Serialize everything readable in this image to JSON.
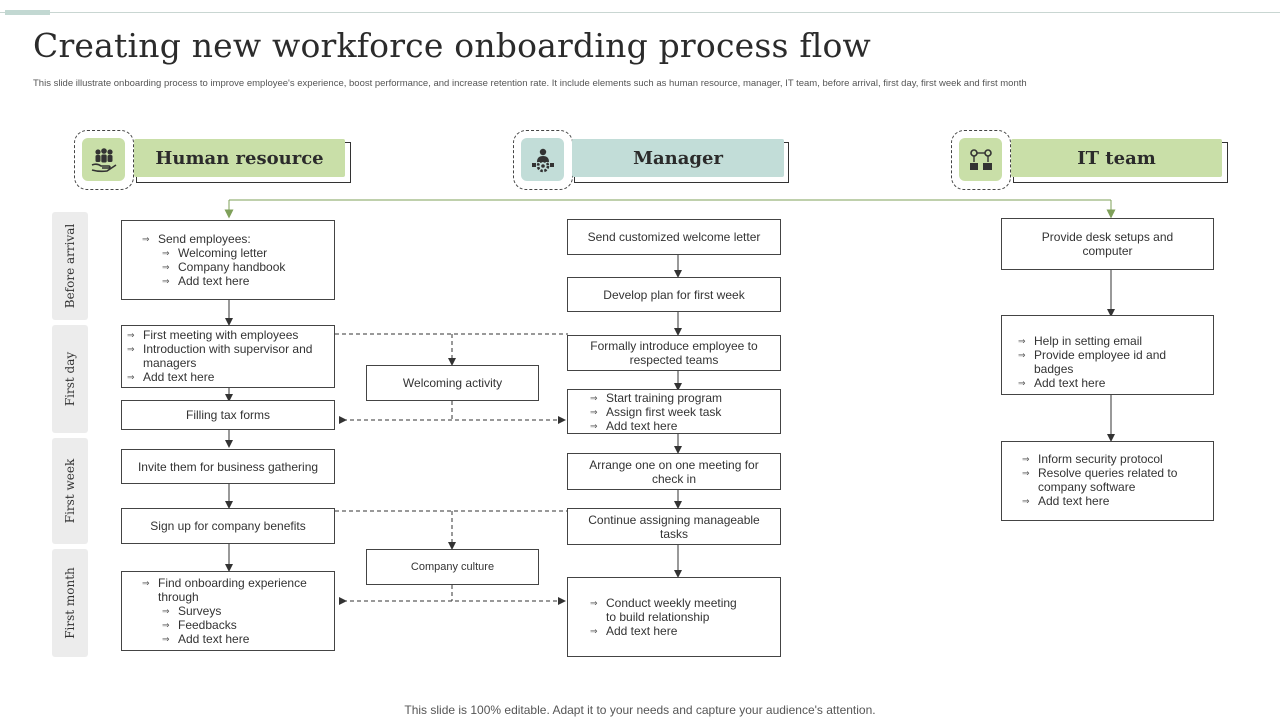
{
  "title": "Creating new workforce onboarding process flow",
  "subtitle": "This slide illustrate onboarding process to improve employee's experience, boost performance, and increase retention rate. It include elements such as human resource, manager, IT  team, before arrival, first day, first week and first month",
  "footer": "This slide is 100% editable. Adapt it to your needs and capture your audience's attention.",
  "headers": {
    "hr": {
      "label": "Human resource",
      "icon": "people-hand-icon"
    },
    "manager": {
      "label": "Manager",
      "icon": "manager-gear-icon"
    },
    "it": {
      "label": "IT team",
      "icon": "network-icon"
    }
  },
  "phases": [
    "Before arrival",
    "First day",
    "First week",
    "First month"
  ],
  "hr": {
    "send": {
      "title": "Send employees:",
      "items": [
        "Welcoming letter",
        "Company handbook",
        "Add text here"
      ]
    },
    "first_meeting": [
      "First meeting with employees",
      "Introduction with supervisor and managers",
      "Add text here"
    ],
    "tax": "Filling tax forms",
    "gathering": "Invite them for business gathering",
    "benefits": "Sign up for company benefits",
    "find": {
      "title": "Find onboarding experience through",
      "items": [
        "Surveys",
        "Feedbacks",
        "Add text here"
      ]
    }
  },
  "middle": {
    "welcoming": "Welcoming activity",
    "culture": "Company culture"
  },
  "manager": {
    "welcome_letter": "Send customized welcome letter",
    "plan": "Develop plan for first week",
    "introduce": "Formally introduce employee to respected teams",
    "training": [
      "Start training program",
      "Assign first week task",
      "Add text here"
    ],
    "one_on_one": "Arrange one on one meeting for check in",
    "continue": "Continue assigning manageable tasks",
    "weekly": [
      "Conduct weekly meeting to build relationship",
      "Add text here"
    ]
  },
  "it": {
    "desk": "Provide desk setups and computer",
    "help": [
      "Help in setting email",
      "Provide employee id and badges",
      "Add text here"
    ],
    "security": [
      "Inform security protocol",
      "Resolve queries related to company software",
      "Add text here"
    ]
  },
  "colors": {
    "green": "#c9dfa8",
    "teal": "#c2ddd8",
    "line": "#333333",
    "accent_line": "#7fa05a"
  }
}
